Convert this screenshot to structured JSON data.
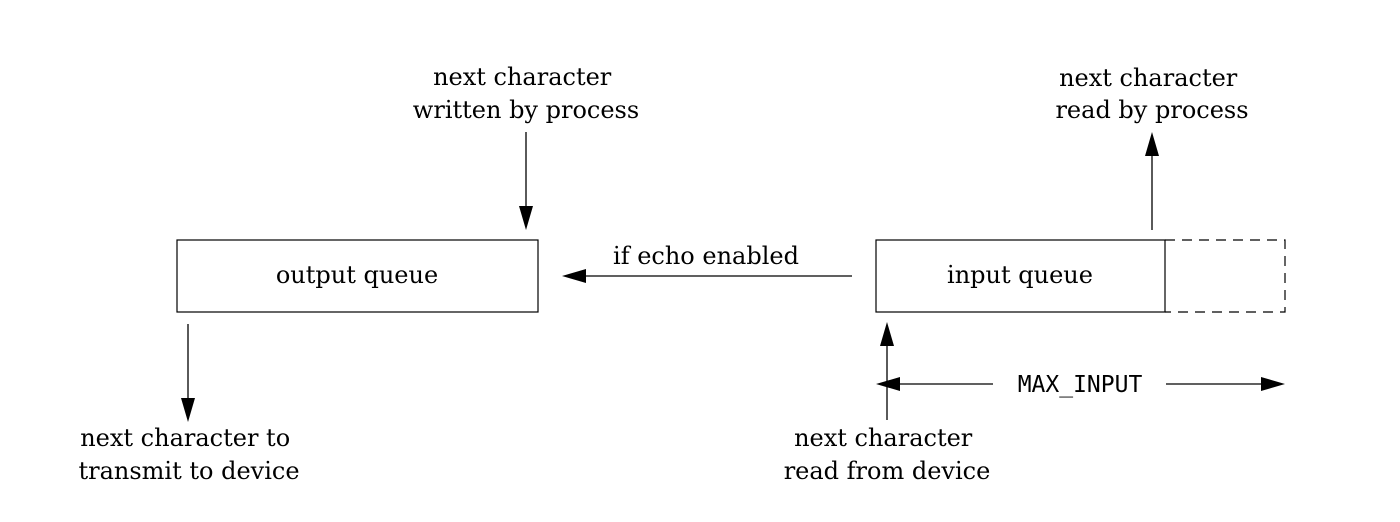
{
  "boxes": {
    "output_queue": "output queue",
    "input_queue": "input queue"
  },
  "labels": {
    "written_by_process": [
      "next character",
      "written by process"
    ],
    "read_by_process": [
      "next character",
      "read by process"
    ],
    "transmit_to_device": [
      "next character to",
      "transmit to device"
    ],
    "read_from_device": [
      "next character",
      "read from device"
    ],
    "echo": "if echo enabled",
    "max_input": "MAX_INPUT"
  }
}
